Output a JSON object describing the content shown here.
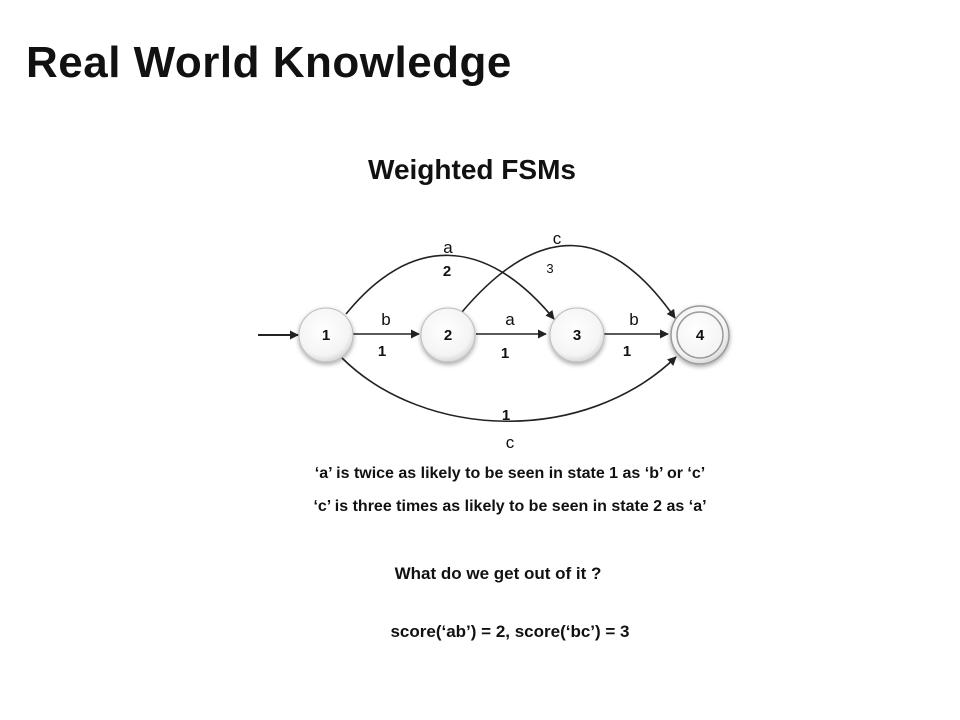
{
  "slide": {
    "title": "Real World Knowledge",
    "subtitle": "Weighted FSMs",
    "notes": [
      "‘a’ is twice as likely to be seen in state 1 as ‘b’ or ‘c’",
      "‘c’ is three times as likely to be seen in state 2 as ‘a’"
    ],
    "question": "What do we get out of it ?",
    "scores": "score(‘ab’) = 2, score(‘bc’) = 3"
  },
  "fsm": {
    "states": [
      {
        "id": "1",
        "label": "1",
        "start": true,
        "final": false
      },
      {
        "id": "2",
        "label": "2",
        "start": false,
        "final": false
      },
      {
        "id": "3",
        "label": "3",
        "start": false,
        "final": false
      },
      {
        "id": "4",
        "label": "4",
        "start": false,
        "final": true
      }
    ],
    "transitions": [
      {
        "from": "1",
        "to": "2",
        "symbol": "b",
        "weight": "1"
      },
      {
        "from": "2",
        "to": "3",
        "symbol": "a",
        "weight": "1"
      },
      {
        "from": "3",
        "to": "4",
        "symbol": "b",
        "weight": "1"
      },
      {
        "from": "1",
        "to": "3",
        "symbol": "a",
        "weight": "2"
      },
      {
        "from": "2",
        "to": "4",
        "symbol": "c",
        "weight": "3"
      },
      {
        "from": "1",
        "to": "4",
        "symbol": "c",
        "weight": "1"
      }
    ]
  }
}
